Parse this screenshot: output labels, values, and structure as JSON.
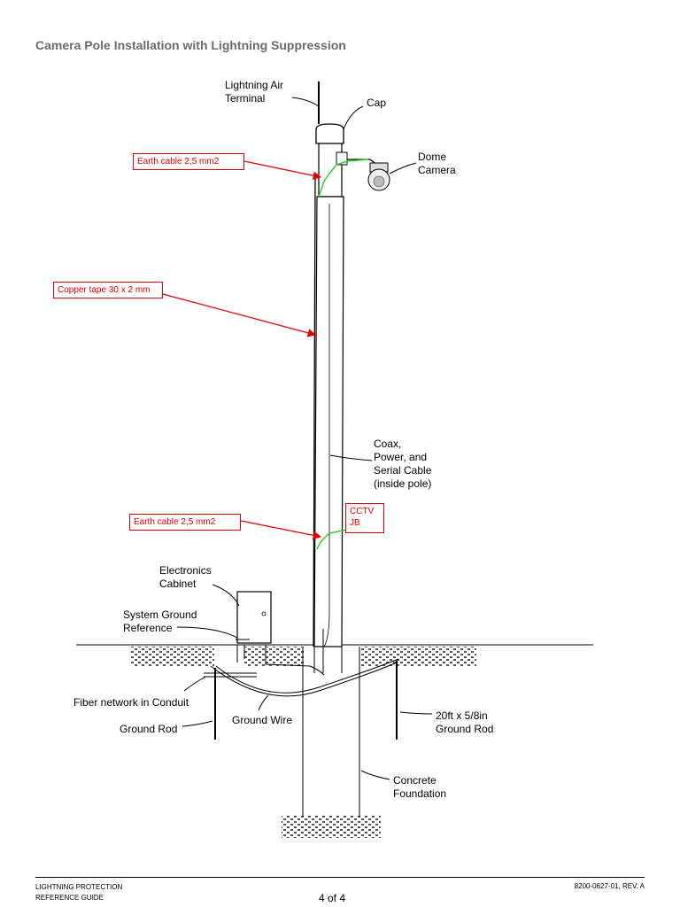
{
  "title": "Camera Pole Installation with Lightning Suppression",
  "labels": {
    "lightning_air_terminal": "Lightning Air\nTerminal",
    "cap": "Cap",
    "dome_camera": "Dome\nCamera",
    "coax_cable": "Coax,\nPower, and\nSerial Cable\n(inside pole)",
    "electronics_cabinet": "Electronics\nCabinet",
    "system_ground_reference": "System Ground\nReference",
    "fiber_network": "Fiber network in Conduit",
    "ground_rod": "Ground Rod",
    "ground_wire": "Ground Wire",
    "ground_rod_20ft": "20ft x 5/8in\nGround Rod",
    "concrete_foundation": "Concrete\nFoundation"
  },
  "annotations": {
    "earth_cable_top": "Earth cable 2,5 mm2",
    "copper_tape": "Copper tape 30 x 2 mm",
    "earth_cable_bottom": "Earth cable 2,5 mm2",
    "cctv_jb": "CCTV\nJB"
  },
  "colors": {
    "annotation": "#e00000",
    "earth_cable": "#33cc33",
    "title": "#6b6b6b"
  },
  "footer": {
    "left_line1": "LIGHTNING PROTECTION",
    "left_line2": "REFERENCE GUIDE",
    "page": "4 of 4",
    "doc_number": "8200-0627-01, REV. A"
  }
}
